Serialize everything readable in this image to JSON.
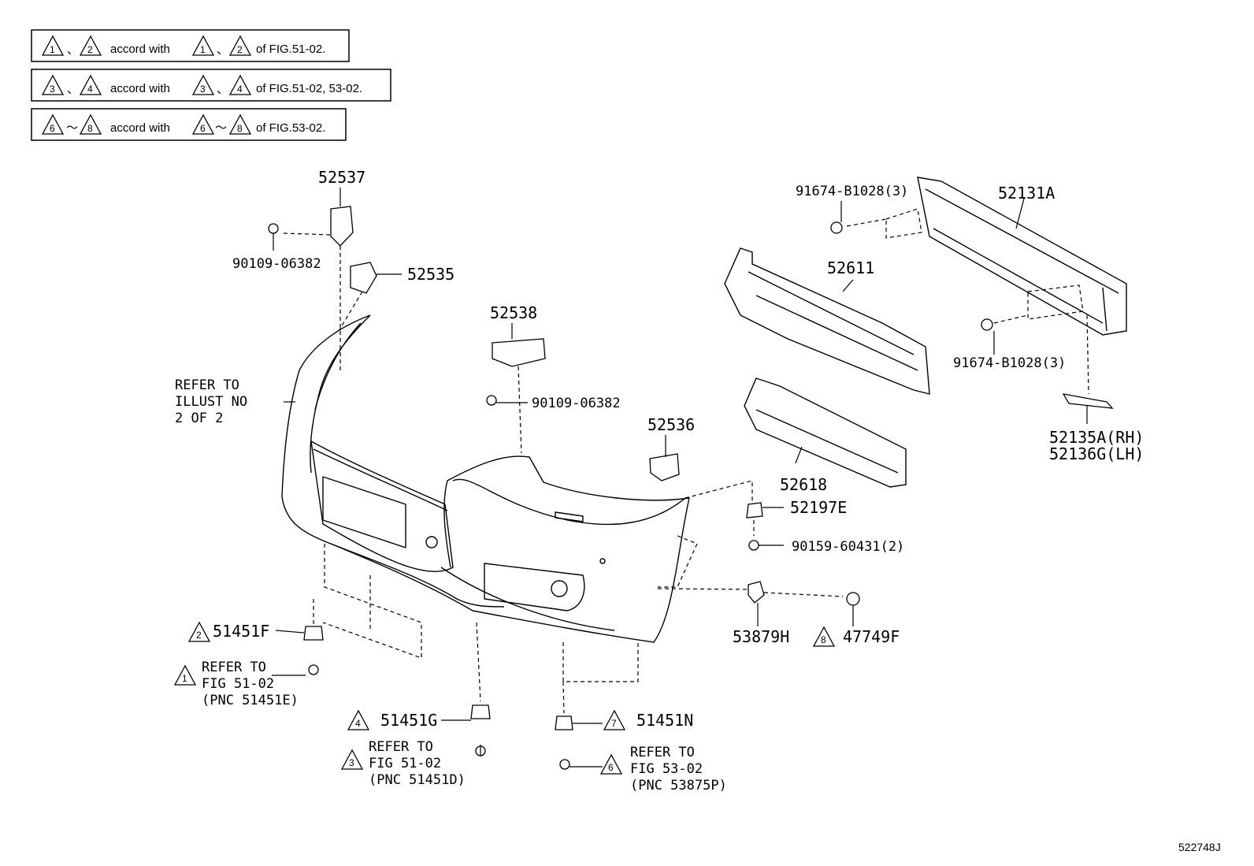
{
  "notes": [
    {
      "left_marks": [
        "1",
        "2"
      ],
      "sep": "、",
      "middle": "accord with",
      "right_marks": [
        "1",
        "2"
      ],
      "right_sep": "、",
      "tail": "of FIG.51-02."
    },
    {
      "left_marks": [
        "3",
        "4"
      ],
      "sep": "、",
      "middle": "accord with",
      "right_marks": [
        "3",
        "4"
      ],
      "right_sep": "、",
      "tail": "of FIG.51-02, 53-02."
    },
    {
      "left_marks": [
        "6",
        "8"
      ],
      "sep": "～",
      "middle": "accord with",
      "right_marks": [
        "6",
        "8"
      ],
      "right_sep": "～",
      "tail": "of FIG.53-02."
    }
  ],
  "parts": {
    "p52537": "52537",
    "p90109_a": "90109-06382",
    "p52535": "52535",
    "p52538": "52538",
    "p90109_b": "90109-06382",
    "p52536": "52536",
    "p91674_a": "91674-B1028(3)",
    "p52131A": "52131A",
    "p52611": "52611",
    "p91674_b": "91674-B1028(3)",
    "p52618": "52618",
    "p52135A": "52135A(RH)",
    "p52136G": "52136G(LH)",
    "p52197E": "52197E",
    "p90159": "90159-60431(2)",
    "p53879H": "53879H",
    "p47749F": "47749F",
    "p51451F": "51451F",
    "p51451G": "51451G",
    "p51451N": "51451N"
  },
  "marks": {
    "m51451F": "2",
    "m47749F": "8",
    "m51451G": "4",
    "m51451N": "7",
    "m_ref1": "1",
    "m_ref3": "3",
    "m_ref6": "6"
  },
  "refer_illust": [
    "REFER TO",
    "ILLUST NO",
    "2 OF 2"
  ],
  "refer_1": [
    "REFER TO",
    "FIG 51-02",
    "(PNC 51451E)"
  ],
  "refer_3": [
    "REFER TO",
    "FIG 51-02",
    "(PNC 51451D)"
  ],
  "refer_6": [
    "REFER TO",
    "FIG 53-02",
    "(PNC 53875P)"
  ],
  "figure_id": "522748J"
}
